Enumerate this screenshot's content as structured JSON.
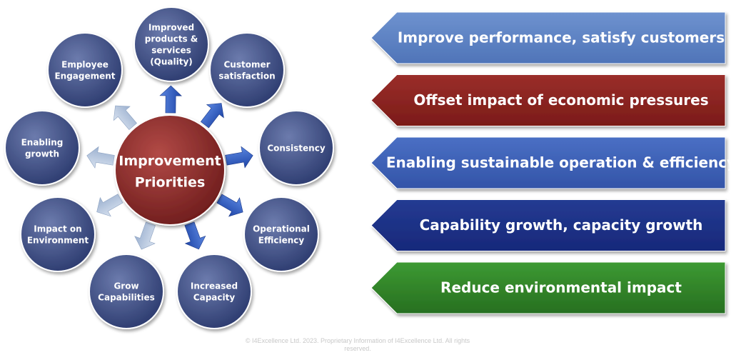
{
  "center": {
    "line1": "Improvement",
    "line2": "Priorities"
  },
  "nodes": [
    {
      "id": "quality",
      "lines": [
        "Improved",
        "products &",
        "services",
        "(Quality)"
      ],
      "arrow": "dark"
    },
    {
      "id": "customer-satisfaction",
      "lines": [
        "Customer",
        "satisfaction"
      ],
      "arrow": "dark"
    },
    {
      "id": "consistency",
      "lines": [
        "Consistency"
      ],
      "arrow": "dark"
    },
    {
      "id": "operational-efficiency",
      "lines": [
        "Operational",
        "Efficiency"
      ],
      "arrow": "dark"
    },
    {
      "id": "increased-capacity",
      "lines": [
        "Increased",
        "Capacity"
      ],
      "arrow": "dark"
    },
    {
      "id": "grow-capabilities",
      "lines": [
        "Grow",
        "Capabilities"
      ],
      "arrow": "light"
    },
    {
      "id": "impact-on-environment",
      "lines": [
        "Impact on",
        "Environment"
      ],
      "arrow": "light"
    },
    {
      "id": "enabling-growth",
      "lines": [
        "Enabling",
        "growth"
      ],
      "arrow": "light"
    },
    {
      "id": "employee-engagement",
      "lines": [
        "Employee",
        "Engagement"
      ],
      "arrow": "light"
    }
  ],
  "banners": [
    {
      "text": "Improve performance, satisfy customers",
      "color": "#6e92cf",
      "colorDark": "#4f74b8"
    },
    {
      "text": "Offset impact of economic pressures",
      "color": "#9a2e2a",
      "colorDark": "#7b1b18"
    },
    {
      "text": "Enabling sustainable operation & efficiency",
      "color": "#4a6fc4",
      "colorDark": "#3354a8"
    },
    {
      "text": "Capability growth, capacity growth",
      "color": "#243b92",
      "colorDark": "#17287a"
    },
    {
      "text": "Reduce environmental impact",
      "color": "#3d9a33",
      "colorDark": "#276f20"
    }
  ],
  "footer": {
    "line1": "© I4Excellence Ltd. 2023.  Proprietary Information of I4Excellence Ltd.  All rights",
    "line2": "reserved."
  },
  "colors": {
    "node": "#3b4c82",
    "nodeLight": "#6c7bad",
    "center": "#8e2c2c",
    "centerLight": "#b24a46",
    "arrowDark": "#2f5cc4",
    "arrowLight": "#aebfd8"
  }
}
